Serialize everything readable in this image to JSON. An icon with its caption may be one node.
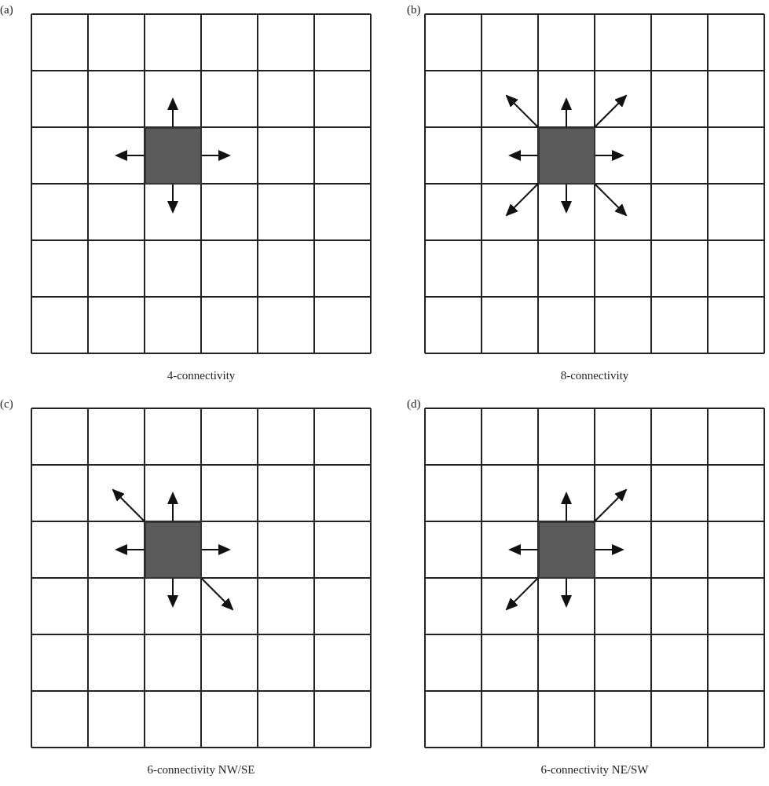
{
  "diagram": {
    "nodes": [
      {
        "text": [],
        "shape": "box"
      },
      {
        "text": [],
        "shape": "box"
      },
      {
        "text": [],
        "shape": "box"
      },
      {
        "text": [],
        "shape": "box"
      }
    ],
    "edges": [
      {
        "from": 0,
        "to": null,
        "arrow": "to"
      },
      {
        "from": 0,
        "to": null,
        "arrow": "to"
      },
      {
        "from": 0,
        "to": null,
        "arrow": "to"
      },
      {
        "from": 0,
        "to": null,
        "arrow": "to"
      },
      {
        "from": 1,
        "to": null,
        "arrow": "to"
      },
      {
        "from": 1,
        "to": null,
        "arrow": "to"
      },
      {
        "from": 1,
        "to": null,
        "arrow": "to"
      },
      {
        "from": 1,
        "to": null,
        "arrow": "to"
      },
      {
        "from": 1,
        "to": null,
        "arrow": "to"
      },
      {
        "from": 1,
        "to": null,
        "arrow": "to"
      },
      {
        "from": 1,
        "to": null,
        "arrow": "to"
      },
      {
        "from": 1,
        "to": null,
        "arrow": "to"
      },
      {
        "from": 2,
        "to": null,
        "arrow": "to"
      },
      {
        "from": 2,
        "to": null,
        "arrow": "to"
      },
      {
        "from": 2,
        "to": null,
        "arrow": "to"
      },
      {
        "from": 2,
        "to": null,
        "arrow": "to"
      },
      {
        "from": 2,
        "to": null,
        "arrow": "to"
      },
      {
        "from": 2,
        "to": null,
        "arrow": "to"
      },
      {
        "from": 3,
        "to": null,
        "arrow": "to"
      },
      {
        "from": 3,
        "to": null,
        "arrow": "to"
      },
      {
        "from": 3,
        "to": null,
        "arrow": "to"
      },
      {
        "from": 3,
        "to": null,
        "arrow": "to"
      },
      {
        "from": 3,
        "to": null,
        "arrow": "to"
      },
      {
        "from": 3,
        "to": null,
        "arrow": "to"
      }
    ],
    "labels": [
      "(a)",
      "(b)",
      "4-connectivity",
      "8-connectivity",
      "(c)",
      "(d)",
      "6-connectivity NW/SE",
      "6-connectivity NE/SW"
    ]
  }
}
